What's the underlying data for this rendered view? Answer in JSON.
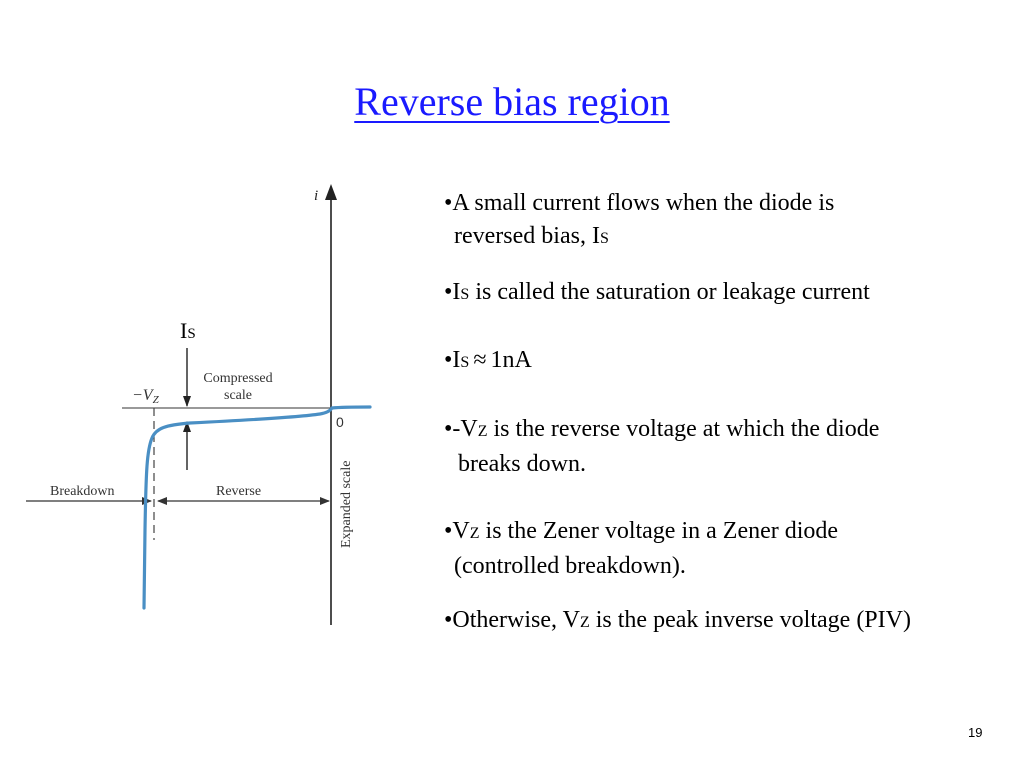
{
  "slide": {
    "title": "Reverse bias region",
    "page_number": "19"
  },
  "bullets": [
    {
      "main": "A small current flows when the diode is",
      "cont": "reversed bias, I",
      "sub": "S"
    },
    {
      "pre": "I",
      "sub": "S",
      "post": " is called the saturation or leakage current"
    },
    {
      "pre": "I",
      "sub": "S",
      "approx": "≈",
      "post": "1nA"
    },
    {
      "pre": "-V",
      "sub": "Z",
      "post": " is the reverse voltage at which the diode",
      "cont": "breaks down."
    },
    {
      "pre": "V",
      "sub": "Z",
      "post": " is the Zener voltage in a Zener diode",
      "cont": "(controlled breakdown)."
    },
    {
      "pre": "Otherwise, V",
      "sub": "Z",
      "post": " is the peak inverse voltage (PIV)"
    }
  ],
  "figure": {
    "axis_i": "i",
    "origin": "0",
    "vz_minus": "−V",
    "vz_sub": "Z",
    "compressed_1": "Compressed",
    "compressed_2": "scale",
    "expanded": "Expanded scale",
    "breakdown": "Breakdown",
    "reverse": "Reverse",
    "is_pre": "I",
    "is_sub": "S",
    "curve_color": "#4a8fc4"
  }
}
